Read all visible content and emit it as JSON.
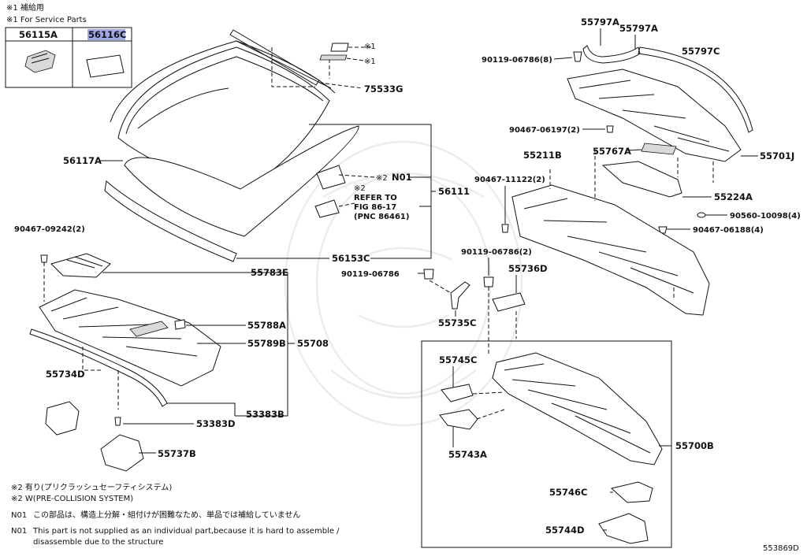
{
  "header": {
    "note1_jp": "※1 補給用",
    "note1_en": "※1 For Service Parts",
    "service_parts": [
      "56115A",
      "56116C"
    ]
  },
  "highlight_color": "#9fa8e8",
  "labels": {
    "p75533G": "75533G",
    "p56117A": "56117A",
    "p56111": "56111",
    "n01": "N01",
    "p56153C": "56153C",
    "p90467_09242": "90467-09242(2)",
    "p55783E": "55783E",
    "p55788A": "55788A",
    "p55789B": "55789B",
    "p55708": "55708",
    "p55734D": "55734D",
    "p53383D": "53383D",
    "p53383B": "53383B",
    "p55737B": "55737B",
    "p55797A_1": "55797A",
    "p55797A_2": "55797A",
    "p55797C": "55797C",
    "p90119_06786_8": "90119-06786(8)",
    "p90467_06197": "90467-06197(2)",
    "p55211B": "55211B",
    "p55767A": "55767A",
    "p55701J": "55701J",
    "p90467_11122": "90467-11122(2)",
    "p55224A": "55224A",
    "p90560_10098": "90560-10098(4)",
    "p90467_06188": "90467-06188(4)",
    "p90119_06786_2": "90119-06786(2)",
    "p90119_06786": "90119-06786",
    "p55736D": "55736D",
    "p55735C": "55735C",
    "p55745C": "55745C",
    "p55743A": "55743A",
    "p55700B": "55700B",
    "p55746C": "55746C",
    "p55744D": "55744D"
  },
  "callouts": {
    "mark1_a": "※1",
    "mark1_b": "※1",
    "mark2_a": "※2",
    "mark2_b": "※2",
    "refer_1": "REFER TO",
    "refer_2": "FIG 86-17",
    "refer_3": "(PNC 86461)"
  },
  "notes": {
    "n2_jp": "※2 有り(プリクラッシュセーフティシステム)",
    "n2_en": "※2 W(PRE-COLLISION SYSTEM)",
    "n01_tag_1": "N01",
    "n01_jp": "この部品は、構造上分解・組付けが困難なため、単品では補給していません",
    "n01_tag_2": "N01",
    "n01_en_1": "This part is not supplied as an individual part,because it is hard to assemble /",
    "n01_en_2": "disassemble due to the structure"
  },
  "figure_id": "553869D"
}
